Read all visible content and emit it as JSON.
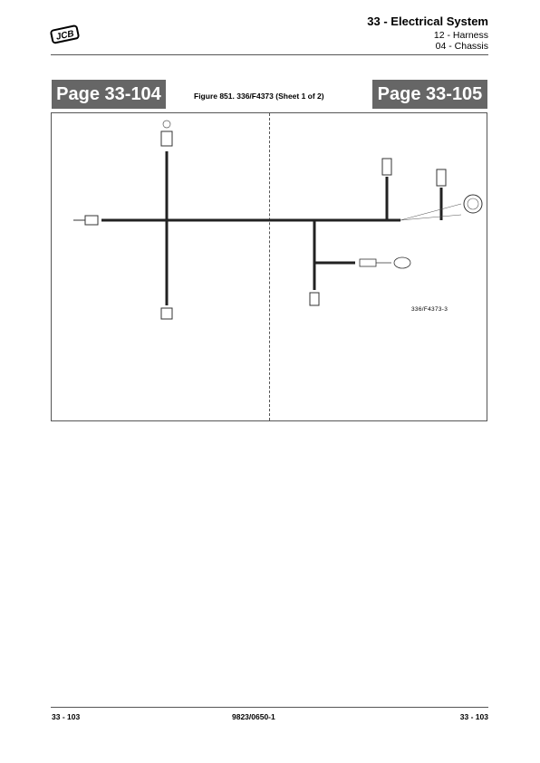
{
  "header": {
    "logo_text": "JCB",
    "section_title": "33 - Electrical System",
    "subsection": "12 - Harness",
    "subsubsection": "04 - Chassis"
  },
  "page_tabs": {
    "left": "Page 33-104",
    "right": "Page 33-105"
  },
  "figure": {
    "caption": "Figure 851. 336/F4373 (Sheet 1 of 2)",
    "reference": "336/F4373-3"
  },
  "footer": {
    "left": "33 - 103",
    "center": "9823/0650-1",
    "right": "33 - 103"
  }
}
